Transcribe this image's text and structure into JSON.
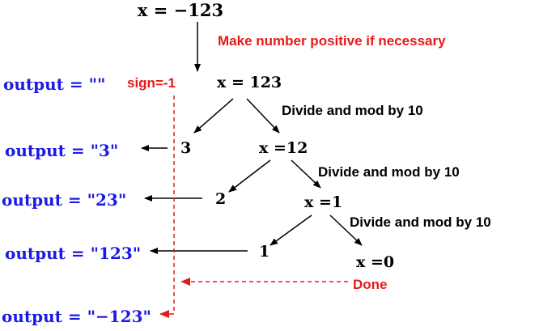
{
  "colors": {
    "ink": "#000000",
    "output": "#1a1ae6",
    "accent": "#e61a1a"
  },
  "nodes": {
    "x_start": "x = −123",
    "x_123": "x = 123",
    "x_12": "x =12",
    "x_1": "x =1",
    "x_0": "x =0",
    "digit_3": "3",
    "digit_2": "2",
    "digit_1": "1",
    "sign": "sign=-1"
  },
  "annotations": {
    "make_positive": "Make number positive if necessary",
    "divide_1": "Divide and mod by 10",
    "divide_2": "Divide and mod by 10",
    "divide_3": "Divide and mod by 10",
    "done": "Done"
  },
  "outputs": [
    "output = \"\"",
    "output = \"3\"",
    "output = \"23\"",
    "output = \"123\"",
    "output = \"−123\""
  ]
}
